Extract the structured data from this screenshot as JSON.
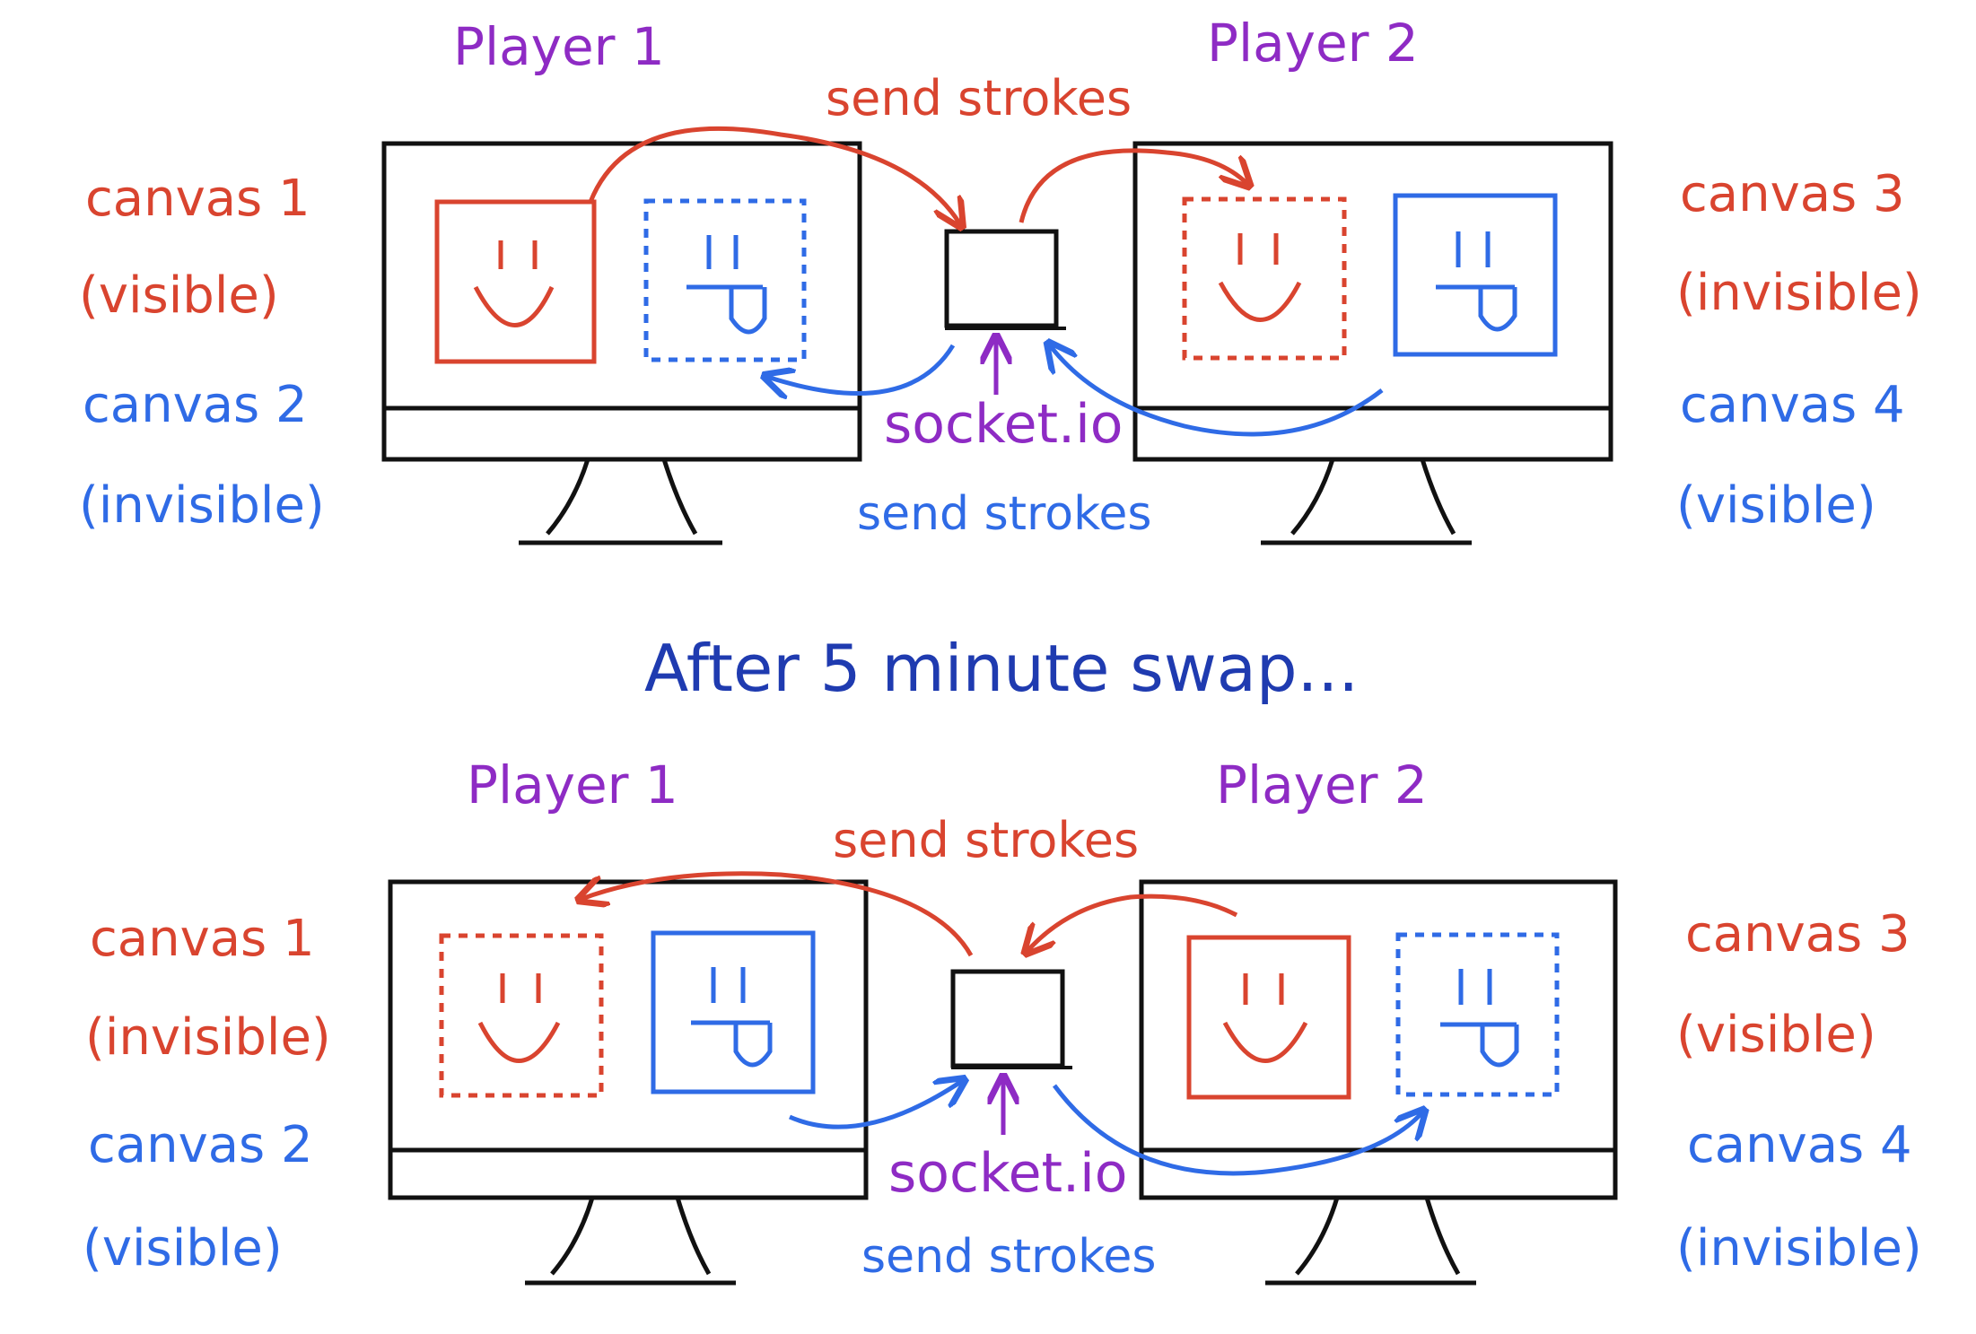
{
  "colors": {
    "red": "#d9442f",
    "blue": "#2f6be6",
    "purple": "#8e2bc4",
    "navy": "#1f3bb0",
    "black": "#111111"
  },
  "middle_title": "After 5 minute swap...",
  "top": {
    "player1": "Player 1",
    "player2": "Player 2",
    "send_strokes_top": "send strokes",
    "send_strokes_bottom": "send strokes",
    "socket": "socket.io",
    "left_labels": {
      "canvas1": "canvas 1",
      "canvas1_state": "(visible)",
      "canvas2": "canvas 2",
      "canvas2_state": "(invisible)"
    },
    "right_labels": {
      "canvas3": "canvas 3",
      "canvas3_state": "(invisible)",
      "canvas4": "canvas 4",
      "canvas4_state": "(visible)"
    }
  },
  "bottom": {
    "player1": "Player 1",
    "player2": "Player 2",
    "send_strokes_top": "send strokes",
    "send_strokes_bottom": "send strokes",
    "socket": "socket.io",
    "left_labels": {
      "canvas1": "canvas 1",
      "canvas1_state": "(invisible)",
      "canvas2": "canvas 2",
      "canvas2_state": "(visible)"
    },
    "right_labels": {
      "canvas3": "canvas 3",
      "canvas3_state": "(visible)",
      "canvas4": "canvas 4",
      "canvas4_state": "(invisible)"
    }
  }
}
